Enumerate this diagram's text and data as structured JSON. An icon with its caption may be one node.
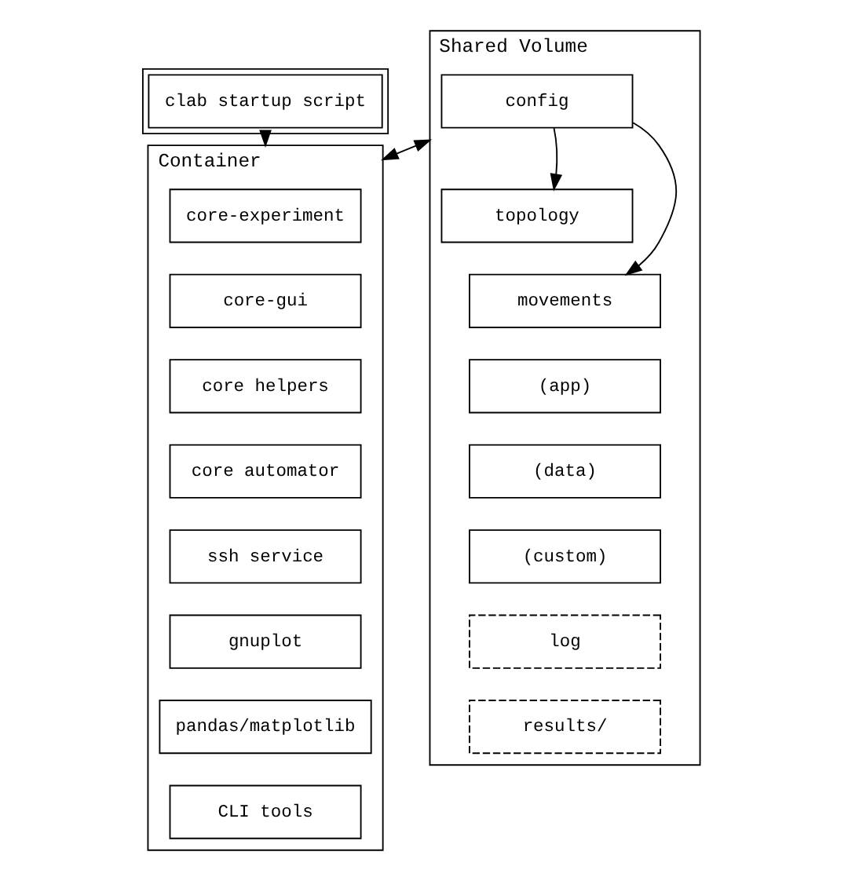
{
  "diagram": {
    "nodes": [
      {
        "text": [
          "clab startup script"
        ]
      },
      {
        "text": [
          "Shared Volume"
        ]
      },
      {
        "text": [
          "config"
        ],
        "in": 1
      },
      {
        "text": [
          "topology"
        ],
        "in": 1
      },
      {
        "text": [
          "movements"
        ],
        "in": 1
      },
      {
        "text": [
          "(app)"
        ],
        "in": 1
      },
      {
        "text": [
          "(data)"
        ],
        "in": 1
      },
      {
        "text": [
          "(custom)"
        ],
        "in": 1
      },
      {
        "text": [
          "log"
        ],
        "in": 1
      },
      {
        "text": [
          "results/"
        ],
        "in": 1
      },
      {
        "text": [
          "Container"
        ]
      },
      {
        "text": [
          "core-experiment"
        ],
        "in": 10
      },
      {
        "text": [
          "core-gui"
        ],
        "in": 10
      },
      {
        "text": [
          "core helpers"
        ],
        "in": 10
      },
      {
        "text": [
          "core automator"
        ],
        "in": 10
      },
      {
        "text": [
          "ssh service"
        ],
        "in": 10
      },
      {
        "text": [
          "gnuplot"
        ],
        "in": 10
      },
      {
        "text": [
          "pandas/matplotlib"
        ],
        "in": 10
      },
      {
        "text": [
          "CLI tools"
        ],
        "in": 10
      }
    ],
    "edges": [
      {
        "from": 0,
        "to": 10,
        "arrow": "to"
      },
      {
        "from": 1,
        "to": 10,
        "arrow": "both"
      },
      {
        "from": 2,
        "to": 3,
        "arrow": "to"
      },
      {
        "from": 2,
        "to": 4,
        "arrow": "to"
      }
    ]
  }
}
